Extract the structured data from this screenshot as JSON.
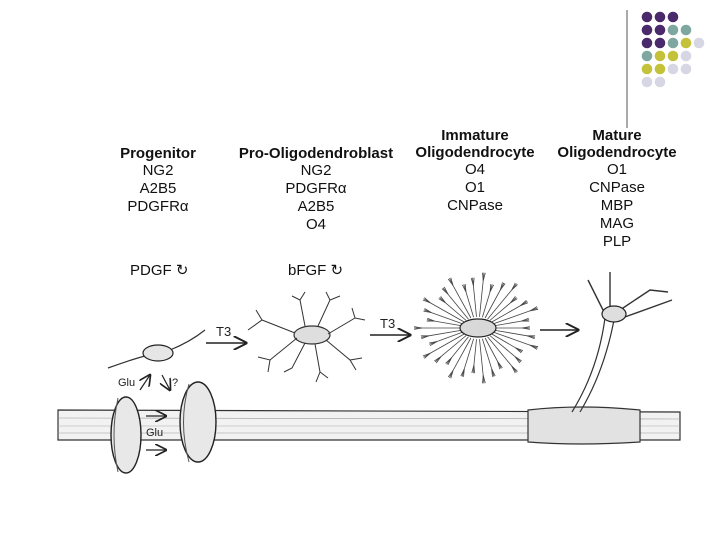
{
  "stages": [
    {
      "title": [
        "Progenitor"
      ],
      "markers": [
        "NG2",
        "A2B5",
        "PDGFRα"
      ],
      "factor": "PDGF ↻"
    },
    {
      "title": [
        "Pro-Oligodendroblast"
      ],
      "markers": [
        "NG2",
        "PDGFRα",
        "A2B5",
        "O4"
      ],
      "factor": "bFGF ↻"
    },
    {
      "title": [
        "Immature",
        "Oligodendrocyte"
      ],
      "markers": [
        "O4",
        "O1",
        "CNPase"
      ]
    },
    {
      "title": [
        "Mature",
        "Oligodendrocyte"
      ],
      "markers": [
        "O1",
        "CNPase",
        "MBP",
        "MAG",
        "PLP"
      ]
    }
  ],
  "arrows": [
    "T3",
    "T3",
    ""
  ],
  "synapse": {
    "glu_top": "Glu",
    "question": "?",
    "glu_axon": "Glu"
  },
  "colors": {
    "purple": "#4b2a6b",
    "teal": "#7ea7a0",
    "olive": "#c4c23a",
    "lavender": "#d6d6e4",
    "ink": "#222222"
  }
}
